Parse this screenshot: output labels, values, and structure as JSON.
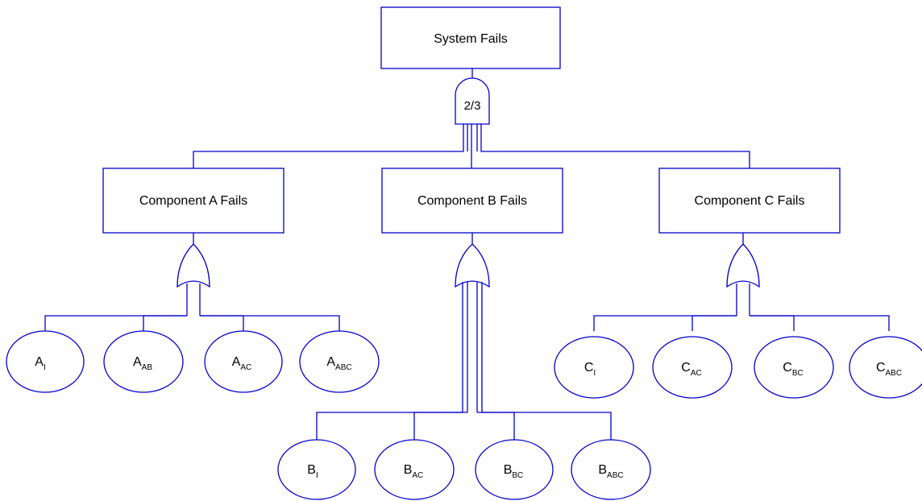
{
  "colors": {
    "line": "#0000cc",
    "text": "#000000",
    "background": "#ffffff"
  },
  "top_event": {
    "label": "System Fails"
  },
  "top_gate": {
    "type": "voting",
    "label": "2/3"
  },
  "components": [
    {
      "label": "Component A Fails",
      "gate": "or",
      "basic_events": [
        {
          "base": "A",
          "sub": "I"
        },
        {
          "base": "A",
          "sub": "AB"
        },
        {
          "base": "A",
          "sub": "AC"
        },
        {
          "base": "A",
          "sub": "ABC"
        }
      ]
    },
    {
      "label": "Component B Fails",
      "gate": "or",
      "basic_events": [
        {
          "base": "B",
          "sub": "I"
        },
        {
          "base": "B",
          "sub": "AC"
        },
        {
          "base": "B",
          "sub": "BC"
        },
        {
          "base": "B",
          "sub": "ABC"
        }
      ]
    },
    {
      "label": "Component C Fails",
      "gate": "or",
      "basic_events": [
        {
          "base": "C",
          "sub": "I"
        },
        {
          "base": "C",
          "sub": "AC"
        },
        {
          "base": "C",
          "sub": "BC"
        },
        {
          "base": "C",
          "sub": "ABC"
        }
      ]
    }
  ]
}
